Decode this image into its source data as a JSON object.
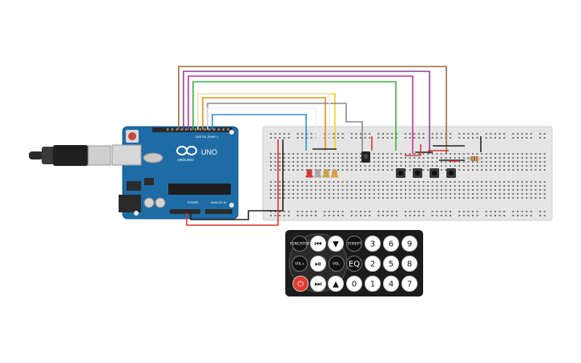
{
  "arduino": {
    "brand": "ARDUINO",
    "model": "UNO",
    "digital_header_label": "DIGITAL (PWM~)",
    "power_header_label": "POWER",
    "analog_header_label": "ANALOG IN"
  },
  "wire_colors": [
    "#9b6a3c",
    "#8e3d9c",
    "#d0308a",
    "#36b33b",
    "#f2d61a",
    "#e88f10",
    "#8a8a8a",
    "#2c8fd2"
  ],
  "led_colors": [
    "#d33a3a",
    "#aaaaaa",
    "#c8a146",
    "#d1a24c"
  ],
  "remote": {
    "buttons": [
      {
        "label": "⏻",
        "name": "power-button"
      },
      {
        "label": "VOL+",
        "name": "vol-up-button"
      },
      {
        "label": "FUNC/STOP",
        "name": "func-stop-button"
      },
      {
        "label": "⏮",
        "name": "prev-button"
      },
      {
        "label": "⏯",
        "name": "play-pause-button"
      },
      {
        "label": "⏭",
        "name": "next-button"
      },
      {
        "label": "▼",
        "name": "down-button"
      },
      {
        "label": "VOL-",
        "name": "vol-down-button"
      },
      {
        "label": "▲",
        "name": "up-button"
      },
      {
        "label": "0",
        "name": "digit-0-button"
      },
      {
        "label": "EQ",
        "name": "eq-button"
      },
      {
        "label": "ST/REPT",
        "name": "st-rept-button"
      },
      {
        "label": "1",
        "name": "digit-1-button"
      },
      {
        "label": "2",
        "name": "digit-2-button"
      },
      {
        "label": "3",
        "name": "digit-3-button"
      },
      {
        "label": "4",
        "name": "digit-4-button"
      },
      {
        "label": "5",
        "name": "digit-5-button"
      },
      {
        "label": "6",
        "name": "digit-6-button"
      },
      {
        "label": "7",
        "name": "digit-7-button"
      },
      {
        "label": "8",
        "name": "digit-8-button"
      },
      {
        "label": "9",
        "name": "digit-9-button"
      }
    ]
  }
}
